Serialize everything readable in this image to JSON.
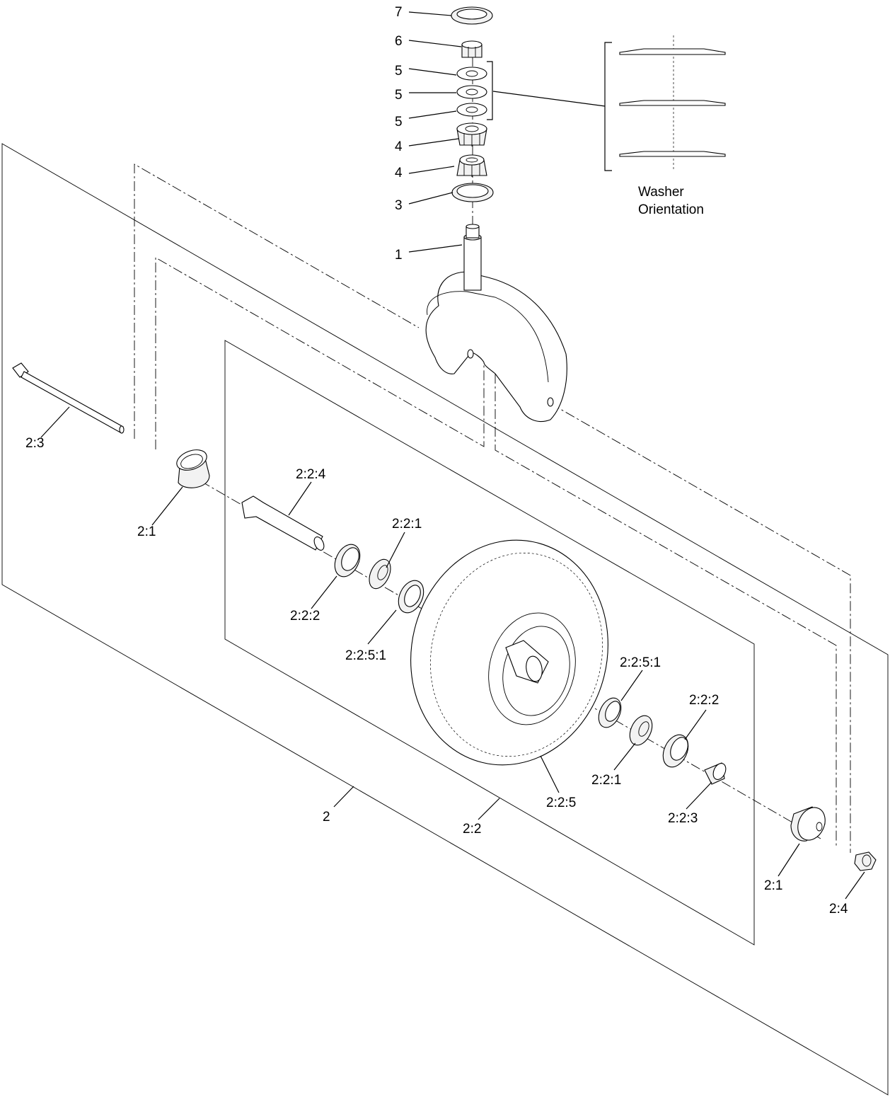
{
  "callouts": {
    "c7": "7",
    "c6": "6",
    "c5a": "5",
    "c5b": "5",
    "c5c": "5",
    "c4a": "4",
    "c4b": "4",
    "c3": "3",
    "c1": "1",
    "c2_3": "2:3",
    "c2_1_left": "2:1",
    "c2_2_4": "2:2:4",
    "c2_2_1_top": "2:2:1",
    "c2_2_2_left": "2:2:2",
    "c2_2_5_1_left": "2:2:5:1",
    "c2_2_5_1_right": "2:2:5:1",
    "c2_2_2_right": "2:2:2",
    "c2_2_1_bottom": "2:2:1",
    "c2_2_3": "2:2:3",
    "c2_2_5": "2:2:5",
    "c2": "2",
    "c2_2": "2:2",
    "c2_1_right": "2:1",
    "c2_4": "2:4"
  },
  "washer_orientation": {
    "line1": "Washer",
    "line2": "Orientation"
  }
}
